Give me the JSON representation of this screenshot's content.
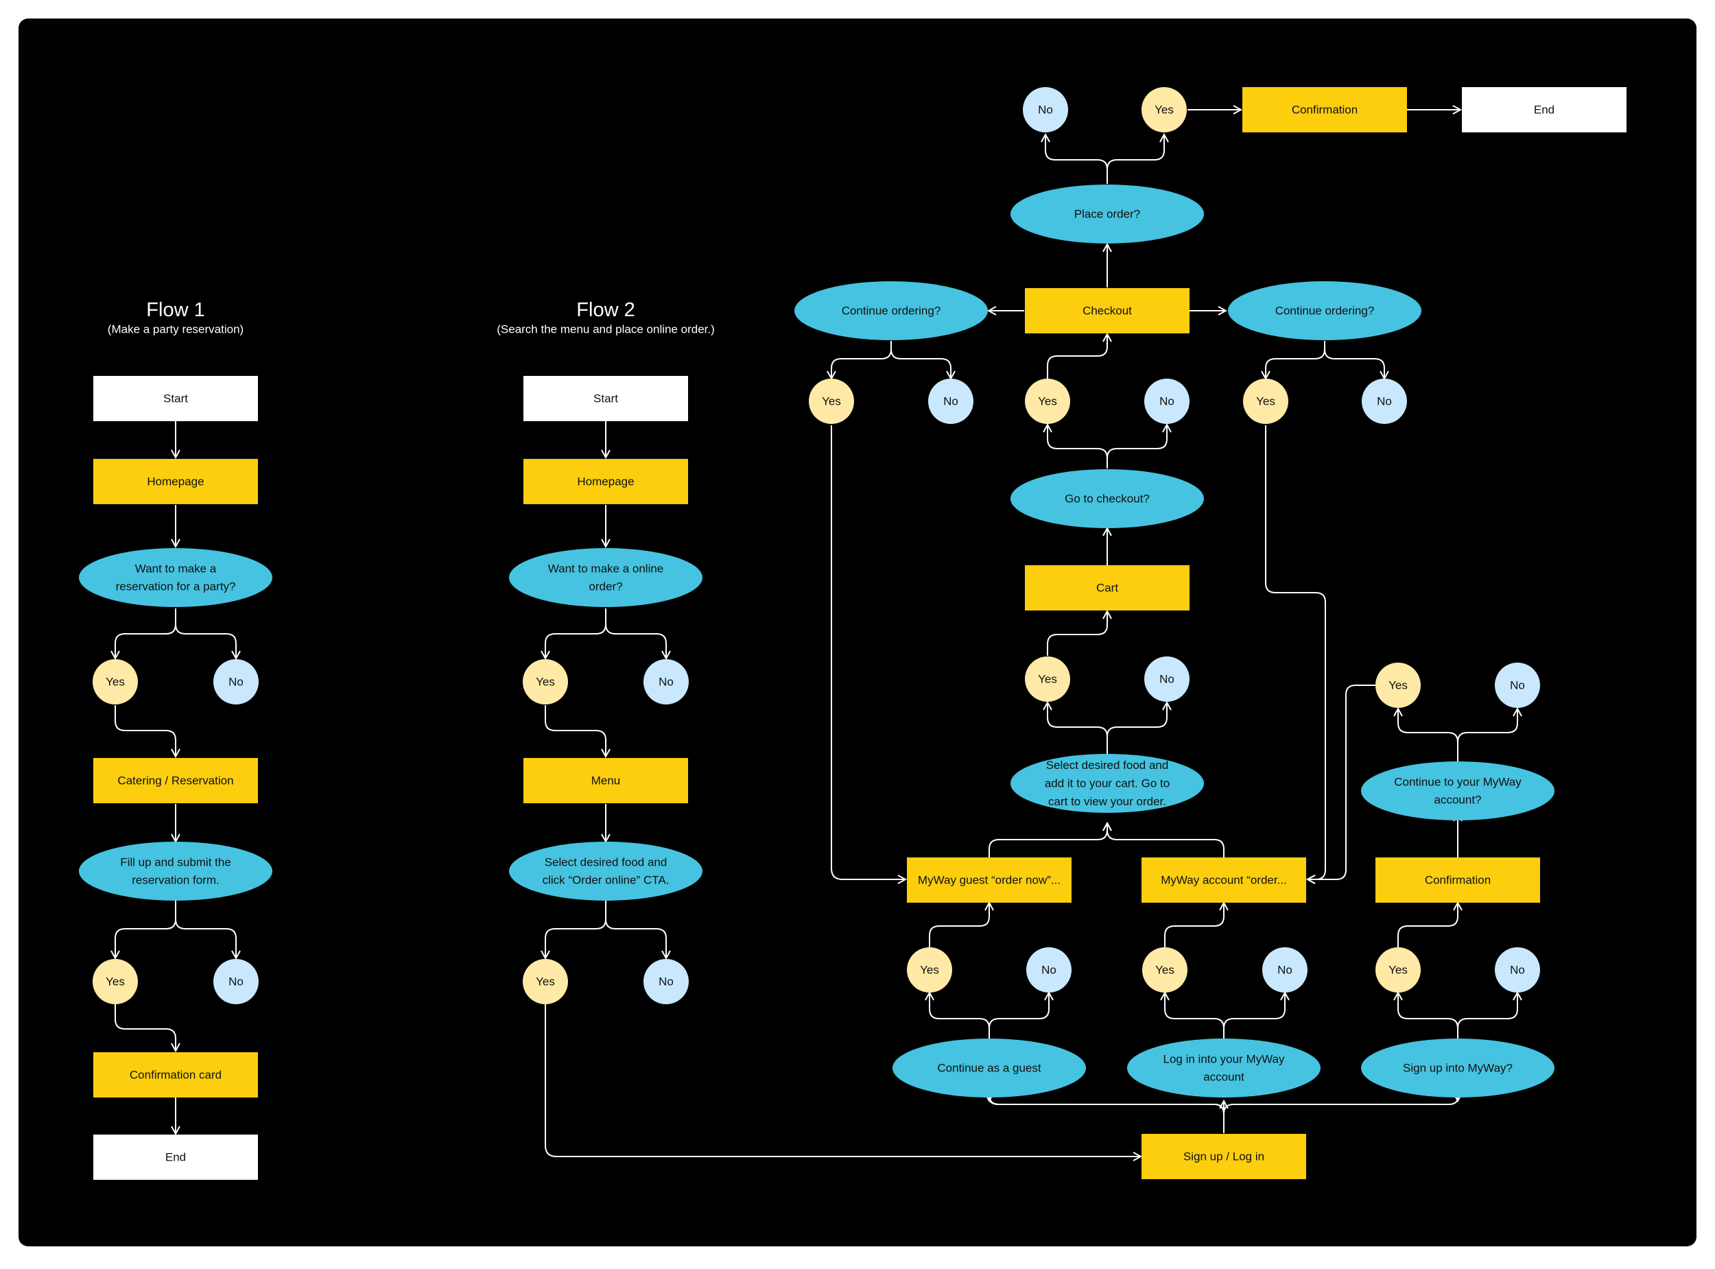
{
  "colors": {
    "background": "#000000",
    "page": "#ffffff",
    "process": "#fcce0e",
    "terminal": "#ffffff",
    "decision": "#46c3e0",
    "yes": "#feeaa6",
    "no": "#c9e8fd",
    "text": "#111111",
    "line": "#ffffff",
    "heading": "#ffffff"
  },
  "flow1": {
    "title": "Flow 1",
    "subtitle": "(Make a party reservation)",
    "start": "Start",
    "homepage": "Homepage",
    "decision1": [
      "Want to make a",
      "reservation for a party?"
    ],
    "yes1": "Yes",
    "no1": "No",
    "catering": "Catering / Reservation",
    "decision2": [
      "Fill up and submit the",
      "reservation form."
    ],
    "yes2": "Yes",
    "no2": "No",
    "confirmation": "Confirmation card",
    "end": "End"
  },
  "flow2": {
    "title": "Flow 2",
    "subtitle": "(Search the menu and place online order.)",
    "start": "Start",
    "homepage": "Homepage",
    "decision1": [
      "Want to make a online",
      "order?"
    ],
    "yes1": "Yes",
    "no1": "No",
    "menu": "Menu",
    "decision2": [
      "Select desired food and",
      "click “Order online” CTA."
    ],
    "yes2": "Yes",
    "no2": "No",
    "signup": "Sign up / Log in",
    "guest_decision": "Continue as a guest",
    "guest_yes": "Yes",
    "guest_no": "No",
    "login_decision": [
      "Log in into your MyWay",
      "account"
    ],
    "login_yes": "Yes",
    "login_no": "No",
    "signup_decision": "Sign up into MyWay?",
    "signup_yes": "Yes",
    "signup_no": "No",
    "guest_box": "MyWay guest “order now”...",
    "account_box": "MyWay account “order...",
    "signup_confirmation": "Confirmation",
    "continue_account": [
      "Continue to your MyWay",
      "account?"
    ],
    "continue_account_yes": "Yes",
    "continue_account_no": "No",
    "select_food": [
      "Select desired food and",
      "add it to your cart. Go to",
      "cart to view your order."
    ],
    "select_yes": "Yes",
    "select_no": "No",
    "cart": "Cart",
    "goto_checkout": "Go to checkout?",
    "goto_yes": "Yes",
    "goto_no": "No",
    "checkout": "Checkout",
    "continue_left": "Continue ordering?",
    "continue_left_yes": "Yes",
    "continue_left_no": "No",
    "continue_right": "Continue ordering?",
    "continue_right_yes": "Yes",
    "continue_right_no": "No",
    "place_order": "Place order?",
    "place_no": "No",
    "place_yes": "Yes",
    "final_confirmation": "Confirmation",
    "end": "End"
  }
}
